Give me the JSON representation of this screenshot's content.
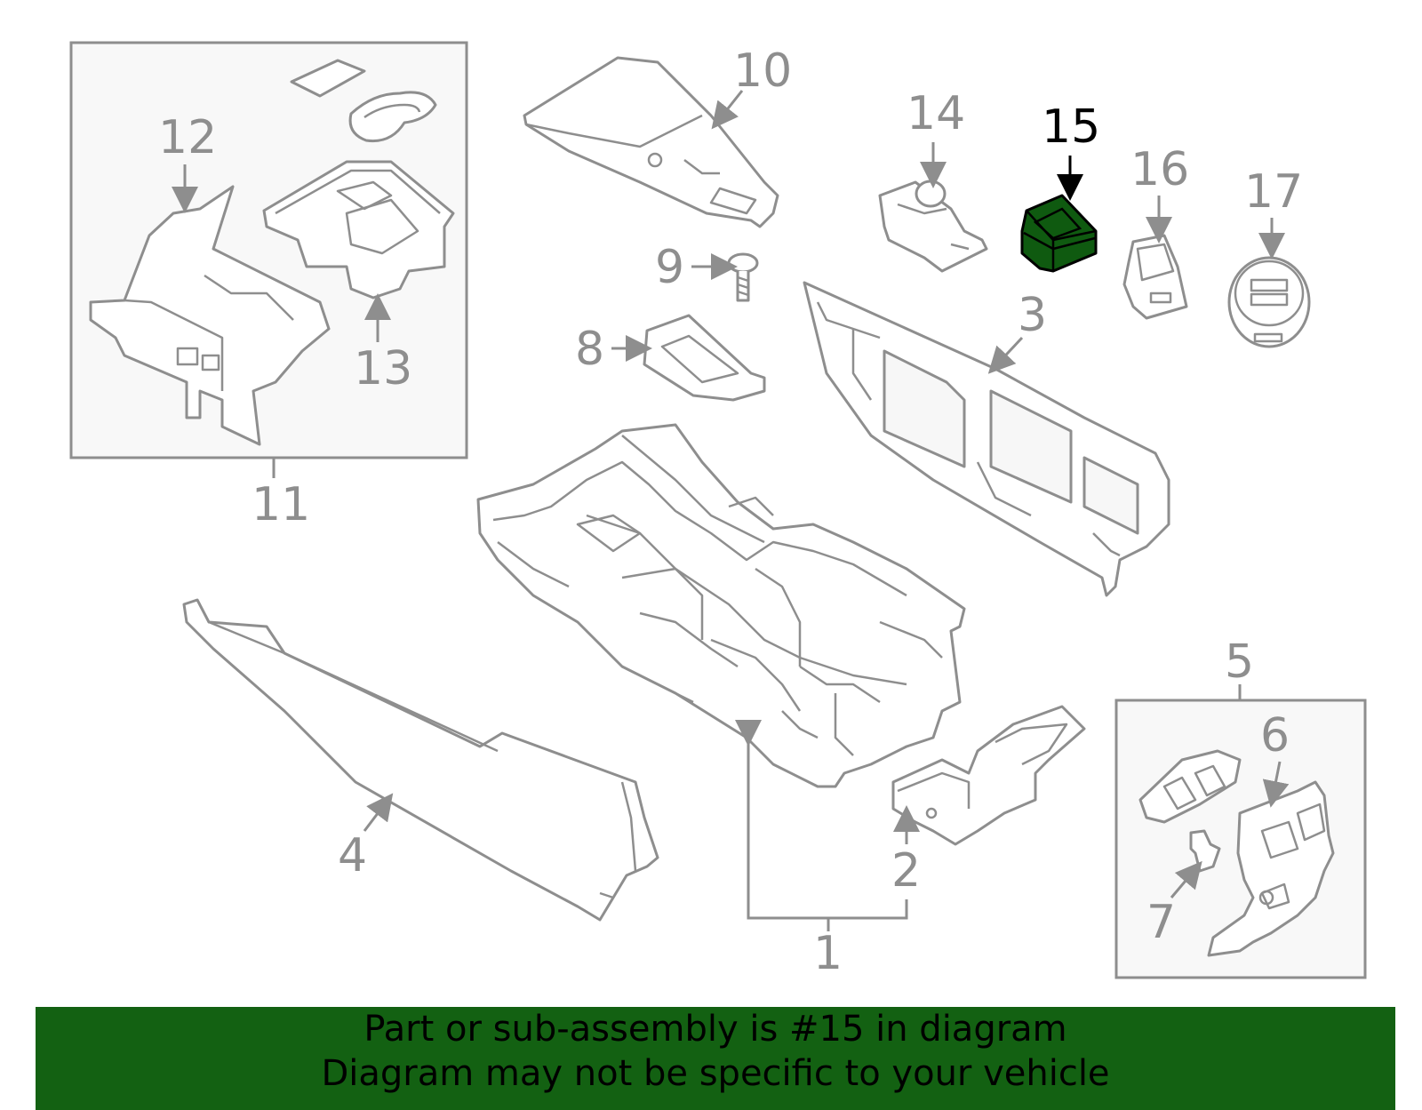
{
  "callouts": {
    "c1": "1",
    "c2": "2",
    "c3": "3",
    "c4": "4",
    "c5": "5",
    "c6": "6",
    "c7": "7",
    "c8": "8",
    "c9": "9",
    "c10": "10",
    "c11": "11",
    "c12": "12",
    "c13": "13",
    "c14": "14",
    "c15": "15",
    "c16": "16",
    "c17": "17"
  },
  "highlighted_part": "15",
  "colors": {
    "banner_bg": "#136112",
    "highlight_fill": "#0f5a10",
    "line_gray": "#8e8e8e",
    "text_black": "#000000"
  },
  "banner": {
    "line1": "Part or sub-assembly is #15 in diagram",
    "line2": "Diagram may not be specific to your vehicle"
  }
}
